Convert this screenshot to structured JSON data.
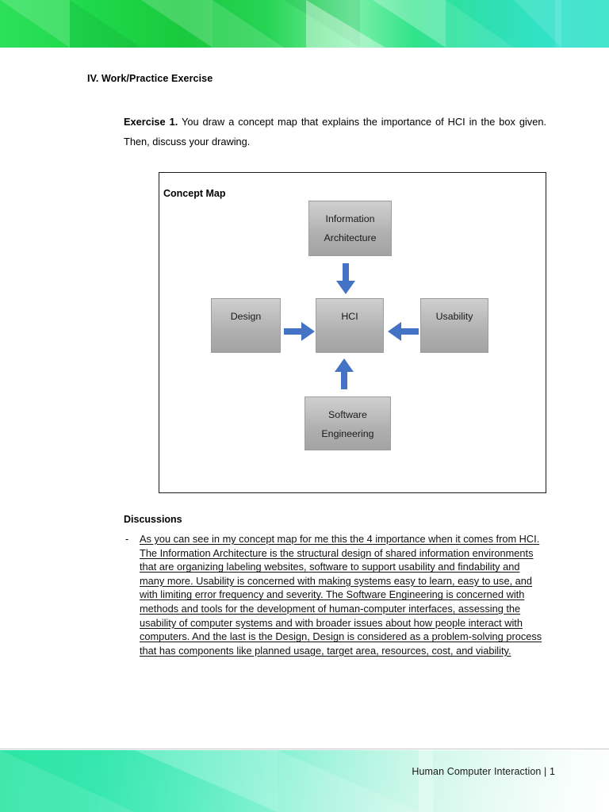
{
  "document": {
    "section_heading": "IV. Work/Practice Exercise",
    "exercise": {
      "lead_label": "Exercise 1.",
      "prompt": " You draw a concept map that explains the importance of HCI in the box given. Then, discuss your drawing."
    },
    "concept_map": {
      "title": "Concept Map",
      "nodes": [
        {
          "id": "information-architecture",
          "label_line1": "Information",
          "label_line2": "Architecture"
        },
        {
          "id": "design",
          "label_line1": "Design",
          "label_line2": ""
        },
        {
          "id": "hci",
          "label_line1": "HCI",
          "label_line2": ""
        },
        {
          "id": "usability",
          "label_line1": "Usability",
          "label_line2": ""
        },
        {
          "id": "software-engineering",
          "label_line1": "Software",
          "label_line2": "Engineering"
        }
      ],
      "arrows": [
        {
          "id": "ia-to-hci",
          "direction": "down",
          "from": "information-architecture",
          "to": "hci"
        },
        {
          "id": "design-to-hci",
          "direction": "right",
          "from": "design",
          "to": "hci"
        },
        {
          "id": "usability-to-hci",
          "direction": "left",
          "from": "usability",
          "to": "hci"
        },
        {
          "id": "se-to-hci",
          "direction": "up",
          "from": "software-engineering",
          "to": "hci"
        }
      ],
      "arrow_color": "#4472C4",
      "node_fill_top": "#CFCFCF",
      "node_fill_bottom": "#A3A3A3",
      "frame_border_color": "#1B1B1B"
    },
    "discussions": {
      "heading": "Discussions",
      "bullet_marker": "-",
      "body": "As you can see in my concept map for me this the 4 importance when it comes from HCI. The Information Architecture is the structural design of shared information environments that are organizing labeling websites, software to support usability and findability and many more. Usability is concerned with making systems easy to learn, easy to use, and with limiting error frequency and severity. The Software Engineering is concerned with methods and tools for the development of human-computer interfaces, assessing the usability of computer systems and with broader issues about how people interact with computers. And the last is the Design, Design is considered as a problem-solving process that has components like planned usage, target area, resources, cost, and viability."
    },
    "footer": {
      "text": "Human Computer Interaction  | 1"
    },
    "theme": {
      "banner_green_dark": "#19C93E",
      "banner_green_bright": "#2DE05A",
      "banner_teal": "#2FE0C6",
      "footer_gradient_start": "#2CE5A4",
      "footer_gradient_end": "#FFFFFF"
    }
  }
}
